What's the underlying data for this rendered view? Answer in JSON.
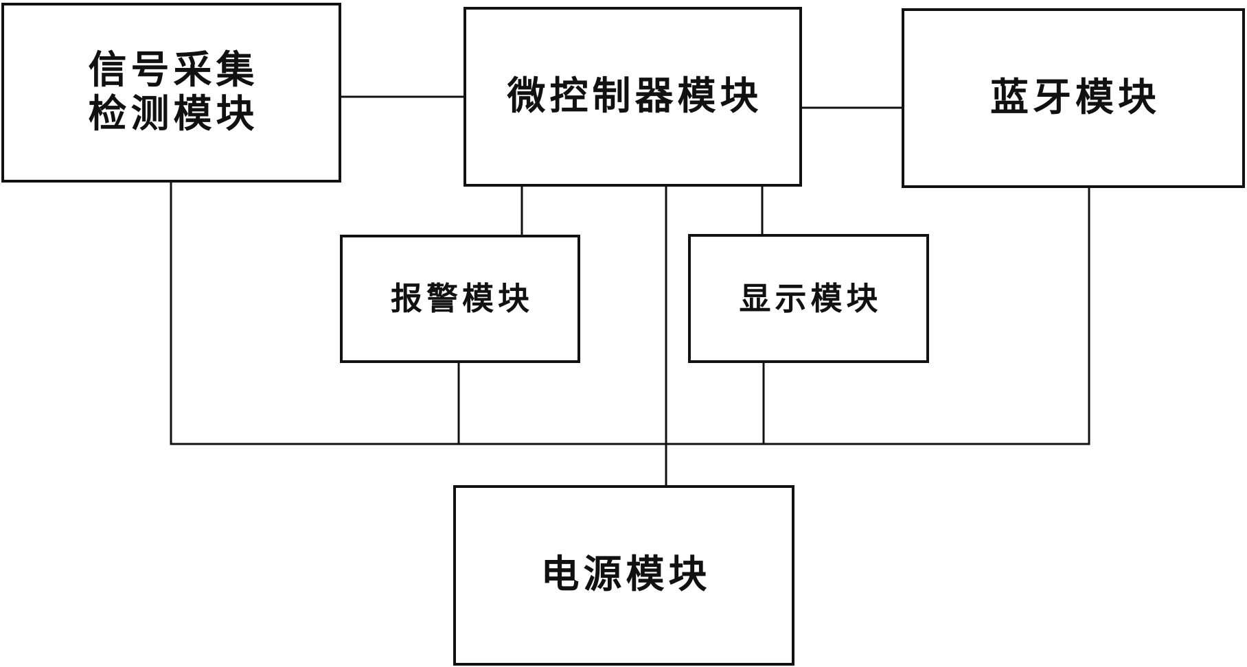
{
  "diagram": {
    "modules": {
      "signal": "信号采集\n检测模块",
      "mcu": "微控制器模块",
      "bluetooth": "蓝牙模块",
      "alarm": "报警模块",
      "display": "显示模块",
      "power": "电源模块"
    },
    "colors": {
      "line": "#111111",
      "background": "#ffffff"
    }
  }
}
